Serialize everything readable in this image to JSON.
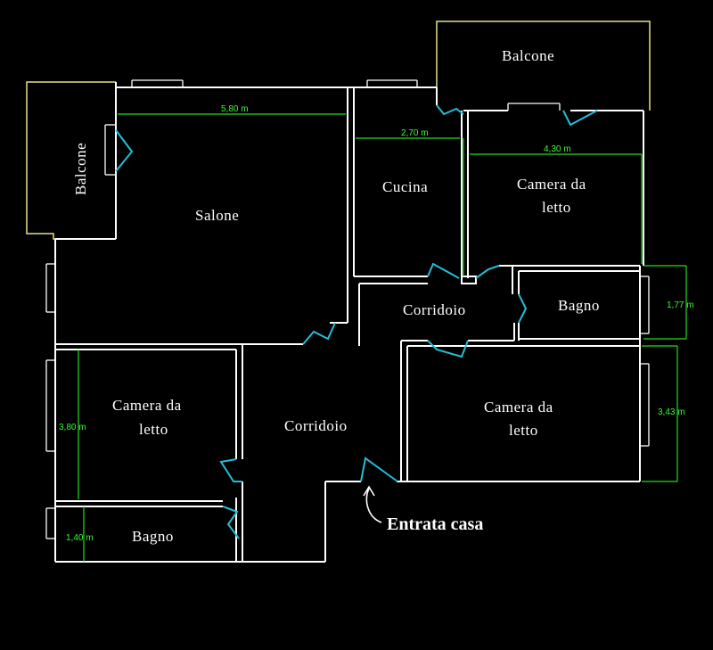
{
  "colors": {
    "background": "#000000",
    "walls": "#ffffff",
    "balconies": "#e8e08a",
    "dimensions": "#22dd22",
    "doors": "#22bfd6",
    "labels": "#ffffff"
  },
  "rooms": {
    "balcone_top": "Balcone",
    "balcone_left": "Balcone",
    "salone": "Salone",
    "cucina": "Cucina",
    "camera_top_right_1": "Camera da",
    "camera_top_right_2": "letto",
    "corridoio_upper": "Corridoio",
    "bagno_right": "Bagno",
    "camera_left_1": "Camera da",
    "camera_left_2": "letto",
    "corridoio_main": "Corridoio",
    "camera_bottom_right_1": "Camera da",
    "camera_bottom_right_2": "letto",
    "bagno_left": "Bagno"
  },
  "dimensions": {
    "salone_width": "5,80 m",
    "cucina_width": "2,70 m",
    "camera_top_right_width": "4,30 m",
    "bagno_right_height": "1,77 m",
    "camera_left_height": "3,80 m",
    "camera_bottom_right_height": "3,43 m",
    "bagno_left_height": "1,40 m"
  },
  "entrance": "Entrata casa"
}
